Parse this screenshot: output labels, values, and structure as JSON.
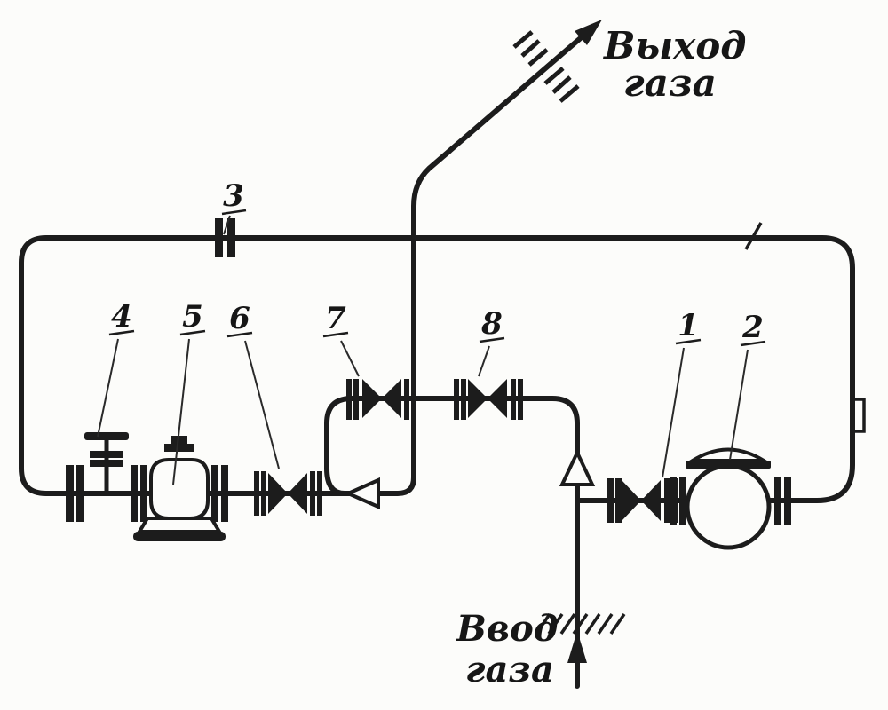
{
  "diagram": {
    "kind": "gas-piping-schematic",
    "paper_color": "#fcfcfa",
    "ink_color": "#1c1c1c",
    "outlet_label": {
      "line1": "Выход",
      "line2": "газа"
    },
    "inlet_label": {
      "line1": "Ввод",
      "line2": "газа"
    },
    "callouts": [
      {
        "number": "1",
        "component": "inlet-valve"
      },
      {
        "number": "2",
        "component": "filter"
      },
      {
        "number": "3",
        "component": "insulating-flange-joint"
      },
      {
        "number": "4",
        "component": "regulator-pilot"
      },
      {
        "number": "5",
        "component": "pressure-regulator"
      },
      {
        "number": "6",
        "component": "regulator-outlet-valve"
      },
      {
        "number": "7",
        "component": "bypass-valve-left"
      },
      {
        "number": "8",
        "component": "bypass-valve-right"
      }
    ]
  }
}
